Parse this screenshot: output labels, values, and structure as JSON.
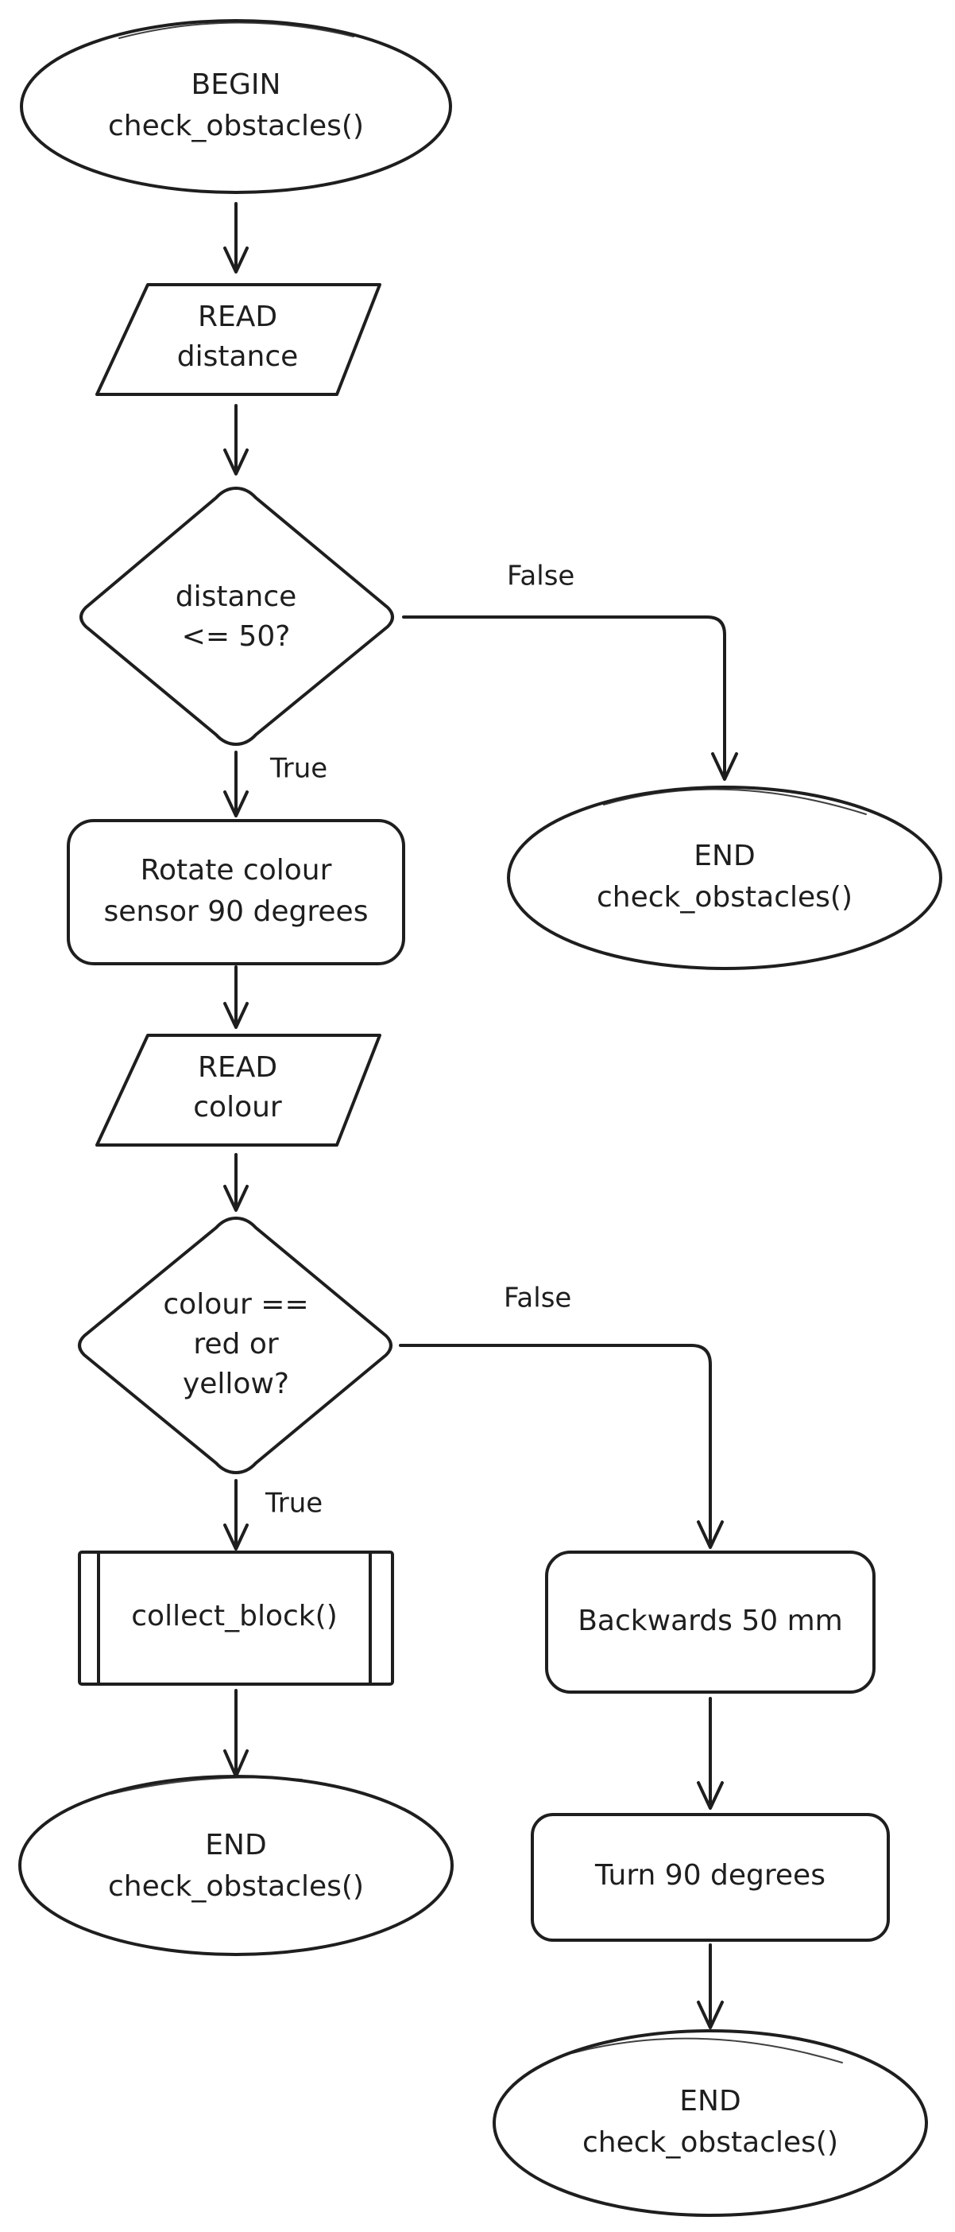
{
  "nodes": {
    "begin": {
      "line1": "BEGIN",
      "line2": "check_obstacles()"
    },
    "read_distance": {
      "line1": "READ",
      "line2": "distance"
    },
    "decision_distance": {
      "line1": "distance",
      "line2": "<= 50?"
    },
    "end_top": {
      "line1": "END",
      "line2": "check_obstacles()"
    },
    "rotate_sensor": {
      "line1": "Rotate colour",
      "line2": "sensor 90 degrees"
    },
    "read_colour": {
      "line1": "READ",
      "line2": "colour"
    },
    "decision_colour": {
      "line1": "colour ==",
      "line2": "red or",
      "line3": "yellow?"
    },
    "collect_block": {
      "line1": "collect_block()"
    },
    "backwards": {
      "line1": "Backwards 50 mm"
    },
    "end_left": {
      "line1": "END",
      "line2": "check_obstacles()"
    },
    "turn": {
      "line1": "Turn 90 degrees"
    },
    "end_right": {
      "line1": "END",
      "line2": "check_obstacles()"
    }
  },
  "edges": {
    "distance_false": "False",
    "distance_true": "True",
    "colour_false": "False",
    "colour_true": "True"
  }
}
